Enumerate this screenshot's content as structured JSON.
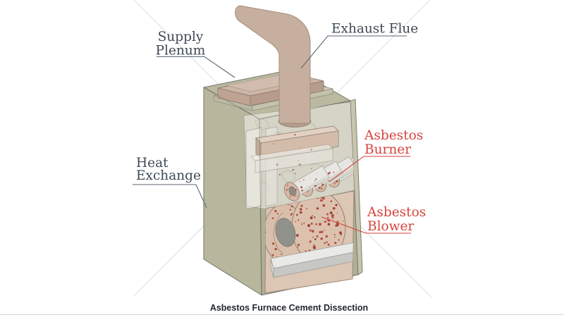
{
  "caption": "Asbestos Furnace Cement Dissection",
  "labels": {
    "supply_plenum": {
      "line1": "Supply",
      "line2": "Plenum"
    },
    "exhaust_flue": {
      "line1": "Exhaust Flue"
    },
    "heat_exchange": {
      "line1": "Heat",
      "line2": "Exchange"
    },
    "asbestos_burner": {
      "line1": "Asbestos",
      "line2": "Burner"
    },
    "asbestos_blower": {
      "line1": "Asbestos",
      "line2": "Blower"
    }
  },
  "colors": {
    "label_text": "#3e4a55",
    "asbestos_label_text": "#d5433d",
    "leader_gray": "#5b6772",
    "leader_red": "#d5433d",
    "furnace_body_khaki": "#b3b299",
    "plenum_tan": "#ccb5a6",
    "flue_pipe_tan": "#c7af9f",
    "interior_panel_pink": "#dcc6b4",
    "blower_drum_tan": "#d9bfab",
    "asbestos_speckle_red": "#9c2a21",
    "burner_tube_gray": "#e7e6e2",
    "base_tray_gray": "#e9e9e7",
    "caption_text": "#23272b",
    "watermark_gray": "#e3e3e3"
  }
}
